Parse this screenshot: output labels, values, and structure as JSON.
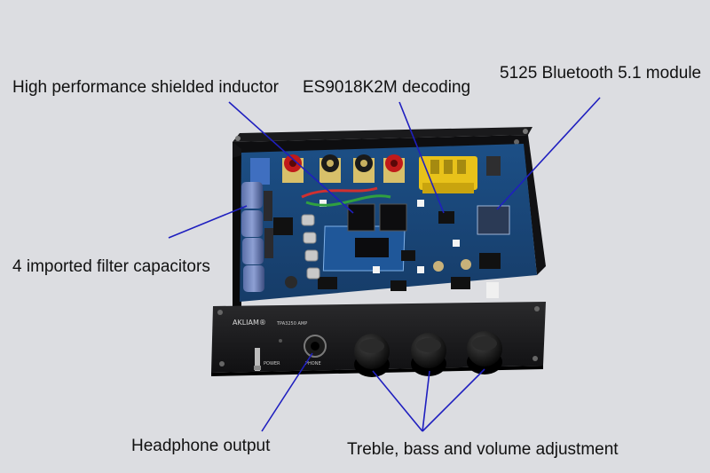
{
  "image": {
    "subject": "audio amplifier board in an open black aluminum enclosure",
    "background_color": "#dcdde1",
    "callout_line_color": "#1f1fbf"
  },
  "callouts": {
    "inductor": "High performance shielded inductor",
    "decoding": "ES9018K2M decoding",
    "bluetooth": "5125 Bluetooth 5.1 module",
    "capacitors": "4 imported filter capacitors",
    "headphone": "Headphone output",
    "knobs": "Treble, bass and volume adjustment"
  },
  "panel": {
    "brand": "AKLIAM®",
    "model": "TPA3250 AMP",
    "power_label": "POWER",
    "phone_label": "PHONE"
  }
}
